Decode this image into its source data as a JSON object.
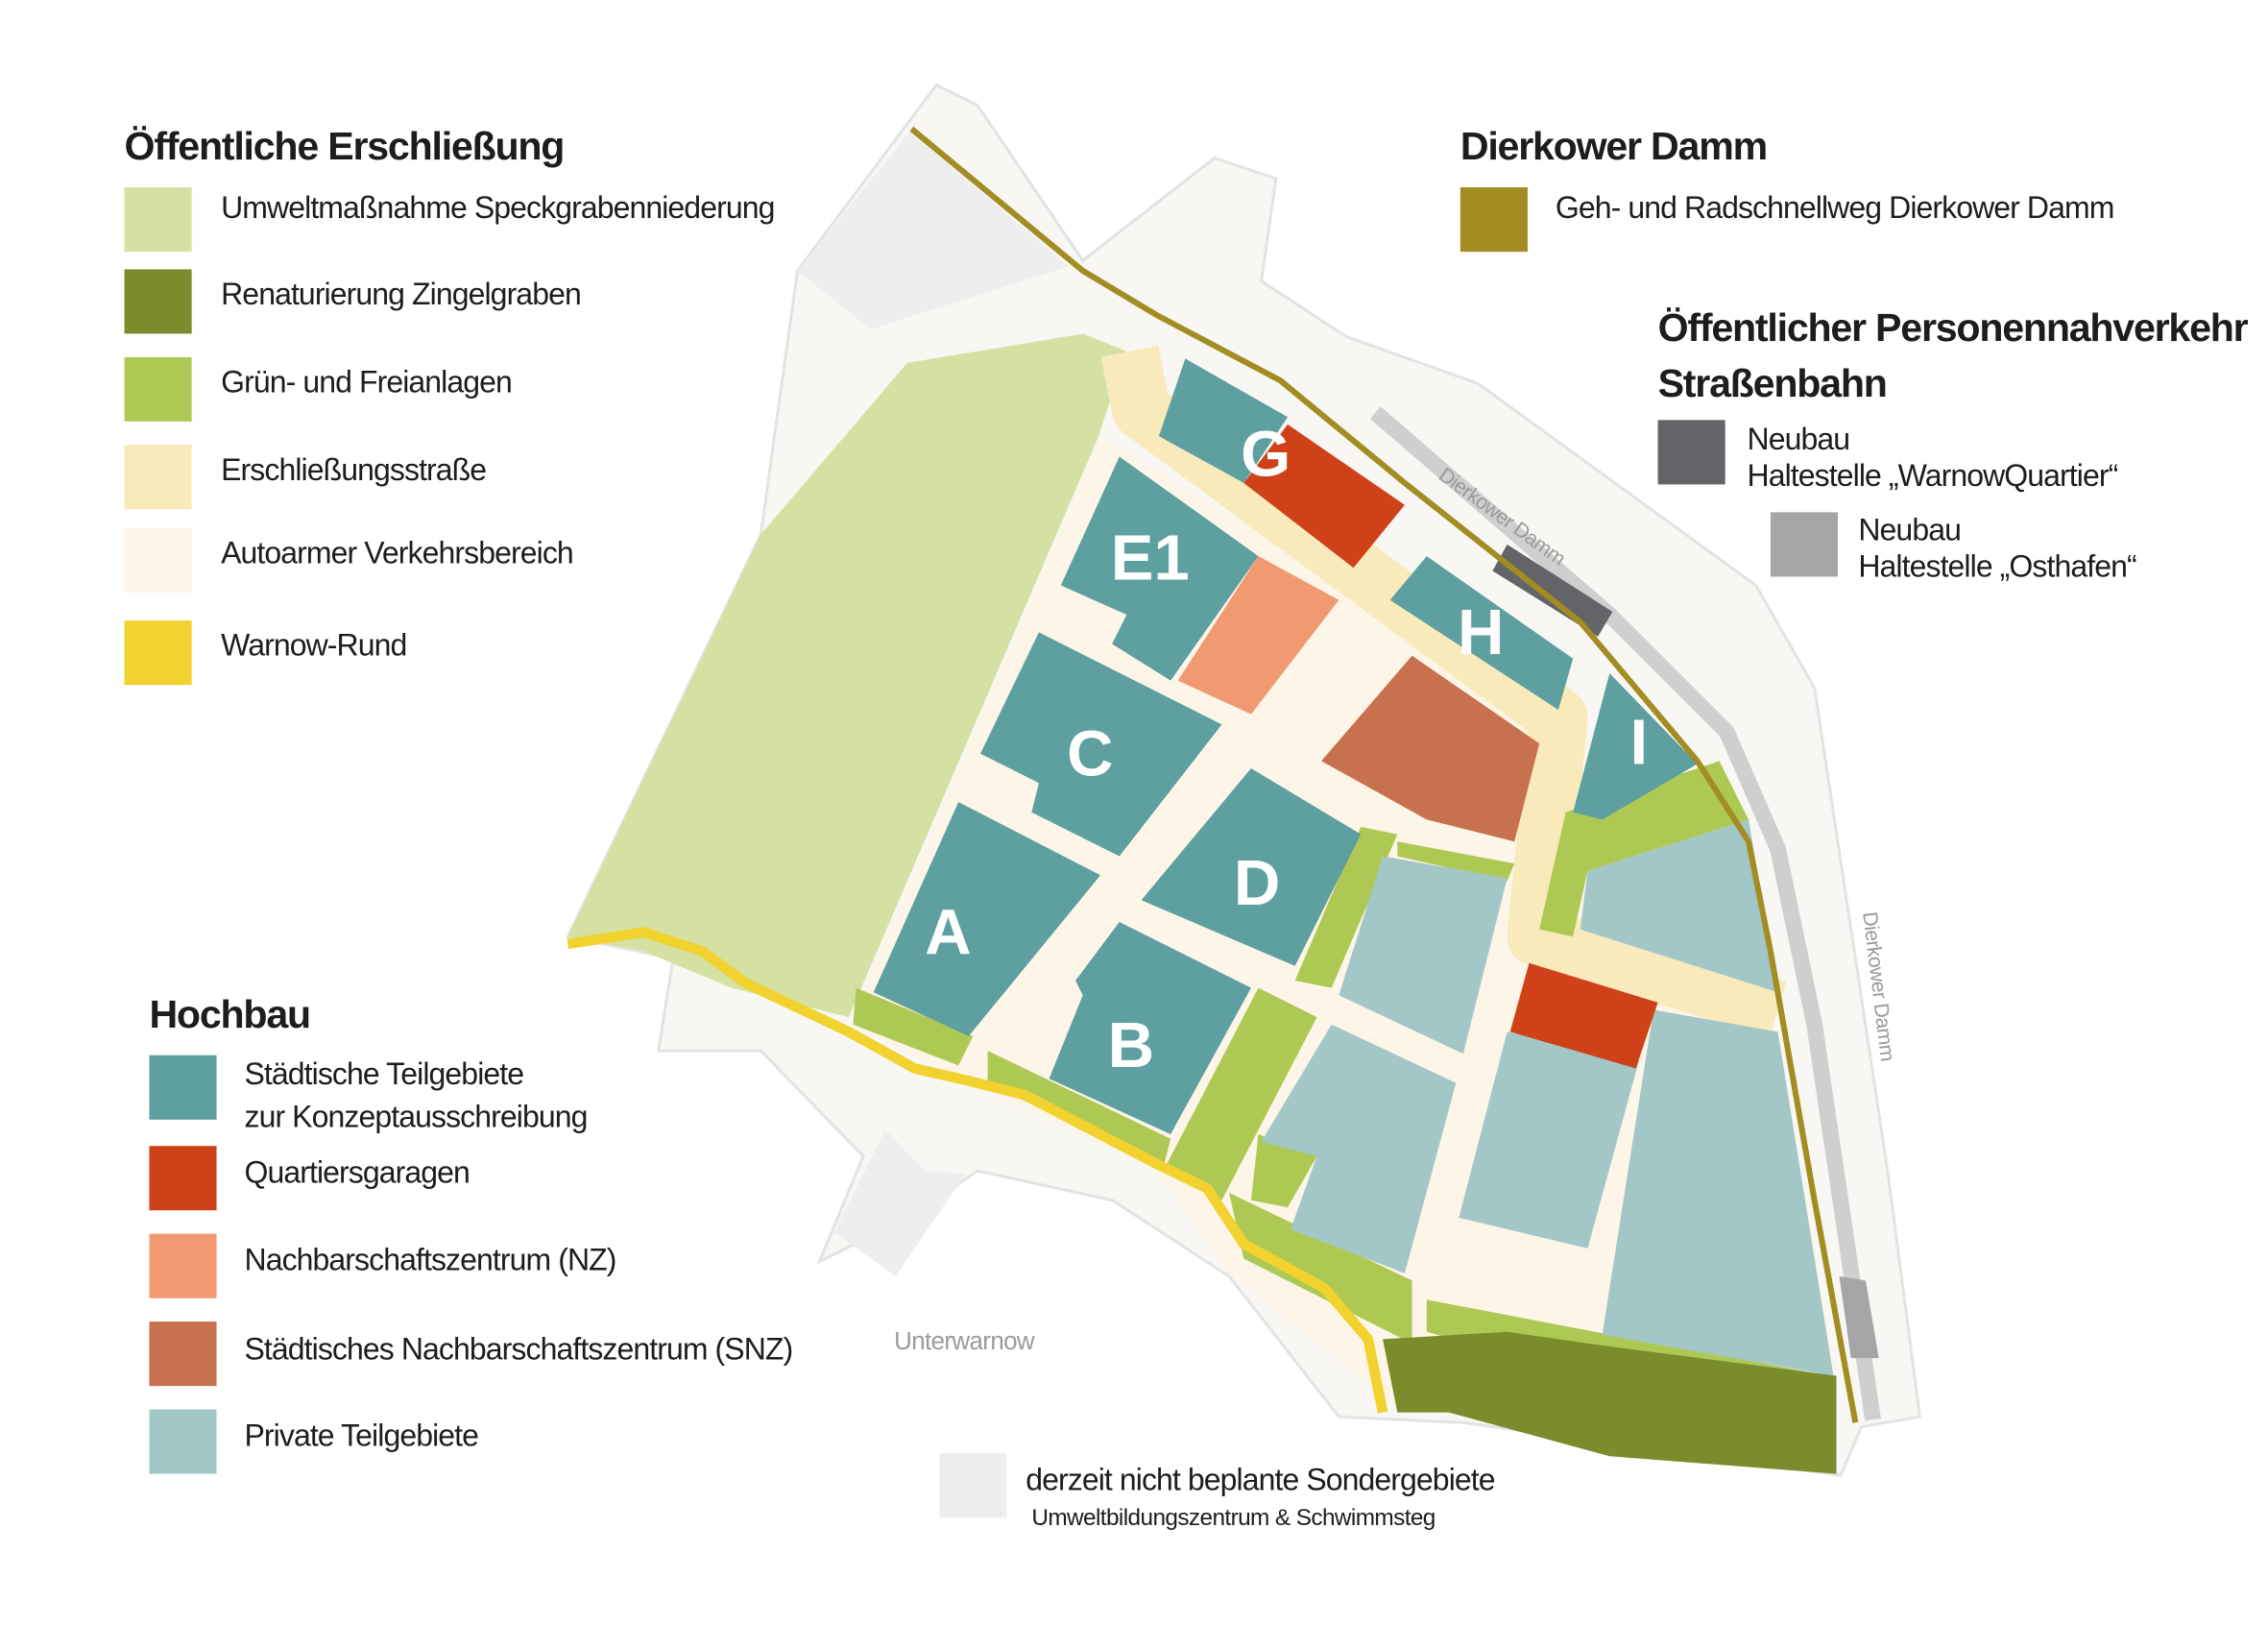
{
  "legend_public": {
    "title": "Öffentliche Erschließung",
    "items": [
      {
        "label": "Umweltmaßnahme Speckgrabenniederung",
        "color": "#d4e1a3"
      },
      {
        "label": "Renaturierung Zingelgraben",
        "color": "#7a8c2c"
      },
      {
        "label": "Grün- und Freianlagen",
        "color": "#aec953"
      },
      {
        "label": "Erschließungsstraße",
        "color": "#f9eabb"
      },
      {
        "label": "Autoarmer Verkehrsbereich",
        "color": "#fcf5e8"
      },
      {
        "label": "Warnow-Rund",
        "color": "#f2d22e"
      }
    ]
  },
  "legend_hochbau": {
    "title": "Hochbau",
    "items": [
      {
        "label_1": "Städtische Teilgebiete",
        "label_2": "zur Konzeptausschreibung",
        "color": "#5e9fa0"
      },
      {
        "label": "Quartiersgaragen",
        "color": "#cf4219"
      },
      {
        "label": "Nachbarschaftszentrum (NZ)",
        "color": "#f19a71"
      },
      {
        "label": "Städtisches Nachbarschaftszentrum (SNZ)",
        "color": "#c8714e"
      },
      {
        "label": "Private Teilgebiete",
        "color": "#a3c6c7"
      }
    ]
  },
  "legend_damm": {
    "title": "Dierkower Damm",
    "item": {
      "label": "Geh- und Radschnellweg Dierkower Damm",
      "color": "#a38c22"
    }
  },
  "legend_oepnv": {
    "title_1": "Öffentlicher Personennahverkehr",
    "title_2": "Straßenbahn",
    "items": [
      {
        "line_1": "Neubau",
        "line_2": "Haltestelle „WarnowQuartier“",
        "color": "#636468"
      },
      {
        "line_1": "Neubau",
        "line_2": "Haltestelle „Osthafen“",
        "color": "#a5a5a7"
      }
    ]
  },
  "legend_special": {
    "label": "derzeit nicht beplante Sondergebiete",
    "sublabel": "Umweltbildungszentrum & Schwimmsteg",
    "color": "#efedf0"
  },
  "map": {
    "labels": {
      "G": "G",
      "E1": "E1",
      "H": "H",
      "C": "C",
      "I": "I",
      "D": "D",
      "A": "A",
      "B": "B"
    },
    "place_unterwarnow": "Unterwarnow",
    "street_1": "Dierkower Damm",
    "street_2": "Dierkower Damm"
  }
}
